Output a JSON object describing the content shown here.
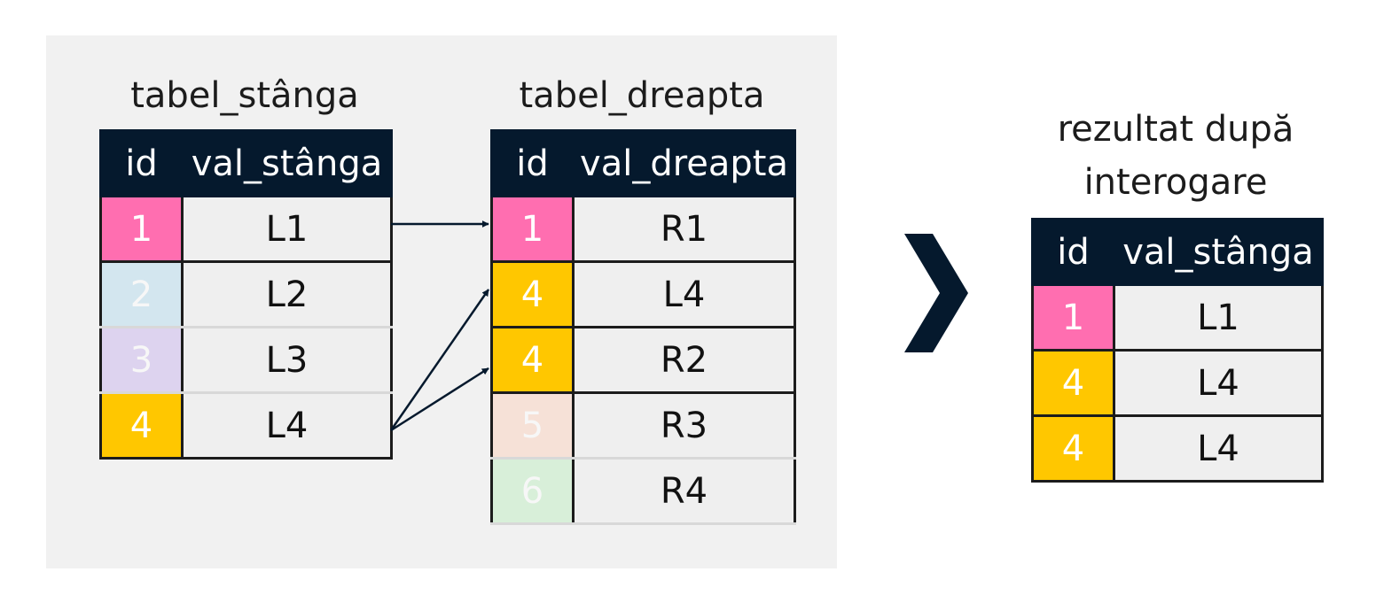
{
  "colors": {
    "header_bg": "#05192d",
    "match_1": "#ff6eb0",
    "match_4": "#ffc700",
    "faded_2": "#d3e6ef",
    "faded_3": "#ddd3ef",
    "faded_5": "#f6e1d7",
    "faded_6": "#d8efd9"
  },
  "left_table": {
    "title": "tabel_stânga",
    "headers": [
      "id",
      "val_stânga"
    ],
    "rows": [
      {
        "id": "1",
        "val": "L1",
        "color": "#ff6eb0",
        "faded": false
      },
      {
        "id": "2",
        "val": "L2",
        "color": "#d3e6ef",
        "faded": true
      },
      {
        "id": "3",
        "val": "L3",
        "color": "#ddd3ef",
        "faded": true
      },
      {
        "id": "4",
        "val": "L4",
        "color": "#ffc700",
        "faded": false
      }
    ]
  },
  "right_table": {
    "title": "tabel_dreapta",
    "headers": [
      "id",
      "val_dreapta"
    ],
    "rows": [
      {
        "id": "1",
        "val": "R1",
        "color": "#ff6eb0",
        "faded": false
      },
      {
        "id": "4",
        "val": "L4",
        "color": "#ffc700",
        "faded": false
      },
      {
        "id": "4",
        "val": "R2",
        "color": "#ffc700",
        "faded": false
      },
      {
        "id": "5",
        "val": "R3",
        "color": "#f6e1d7",
        "faded": true
      },
      {
        "id": "6",
        "val": "R4",
        "color": "#d8efd9",
        "faded": true
      }
    ]
  },
  "arrow_icon": "chevron-right-icon",
  "result_table": {
    "title_line1": "rezultat după",
    "title_line2": "interogare",
    "headers": [
      "id",
      "val_stânga"
    ],
    "rows": [
      {
        "id": "1",
        "val": "L1",
        "color": "#ff6eb0",
        "faded": false
      },
      {
        "id": "4",
        "val": "L4",
        "color": "#ffc700",
        "faded": false
      },
      {
        "id": "4",
        "val": "L4",
        "color": "#ffc700",
        "faded": false
      }
    ]
  },
  "connections": [
    {
      "from_left_row": 0,
      "to_right_row": 0
    },
    {
      "from_left_row": 3,
      "to_right_row": 1
    },
    {
      "from_left_row": 3,
      "to_right_row": 2
    }
  ]
}
